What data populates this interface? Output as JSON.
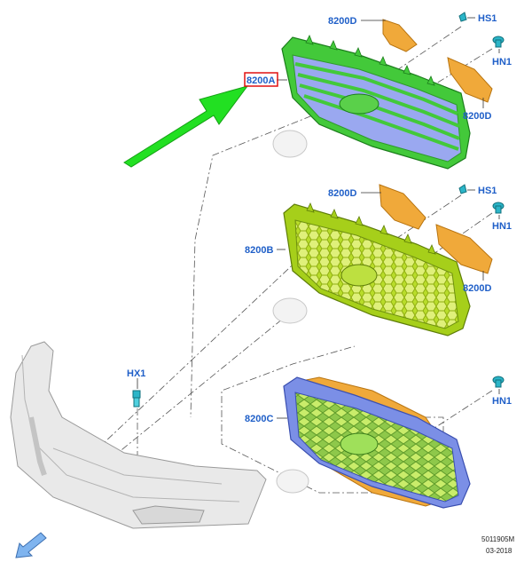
{
  "callouts": {
    "grille_top": "8200A",
    "grille_mid": "8200B",
    "grille_bottom": "8200C",
    "bracket_top_left": "8200D",
    "bracket_top_right": "8200D",
    "bracket_mid_left": "8200D",
    "bracket_mid_right": "8200D",
    "hs1_top": "HS1",
    "hs1_mid": "HS1",
    "hn1_top": "HN1",
    "hn1_mid": "HN1",
    "hn1_bottom": "HN1",
    "hx1": "HX1"
  },
  "footer": {
    "drawing_number": "5011905M",
    "date": "03-2018"
  },
  "colors": {
    "callout_text": "#1f5fc8",
    "highlight_box": "#e01010",
    "grille_green": "#3ec23a",
    "grille_lime": "#a6cf1a",
    "grille_blue": "#7b8fe6",
    "bracket_orange": "#f0a93a",
    "arrow_green": "#22e022",
    "fastener_cyan": "#2bb5c8",
    "bumper_gray": "#e9e9e9"
  },
  "icons": [
    "direction-arrow-icon",
    "front-view-arrow-icon"
  ]
}
